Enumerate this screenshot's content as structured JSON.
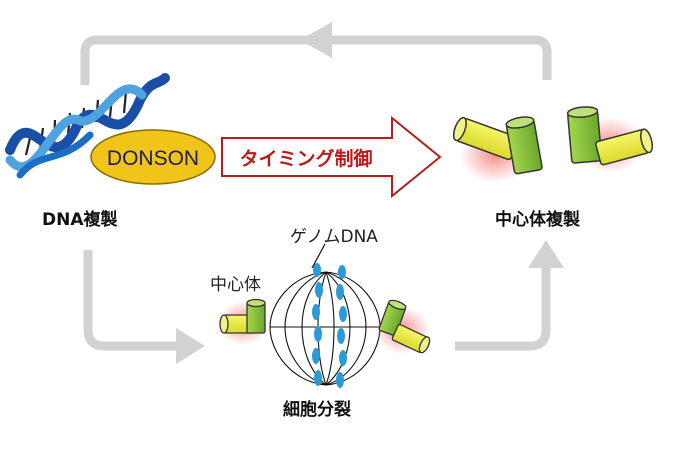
{
  "labels": {
    "dna_replication": "DNA複製",
    "donson": "DONSON",
    "timing_control": "タイミング制御",
    "centrosome_replication": "中心体複製",
    "genome_dna": "ゲノムDNA",
    "centrosome": "中心体",
    "cell_division": "細胞分裂"
  },
  "colors": {
    "cycle_arrow": "#d0d0d0",
    "timing_arrow_border": "#b02020",
    "timing_text": "#c01818",
    "dna_strand": "#1a6fc4",
    "donson_fill": "#f0c419",
    "centriole_yellow": "#eaea3a",
    "centriole_green": "#8cc63e",
    "chromosome_blue": "#2a9ad8"
  },
  "icons": [
    "dna-helix-icon",
    "donson-protein-icon",
    "centriole-pair-icon",
    "mitotic-spindle-icon"
  ]
}
